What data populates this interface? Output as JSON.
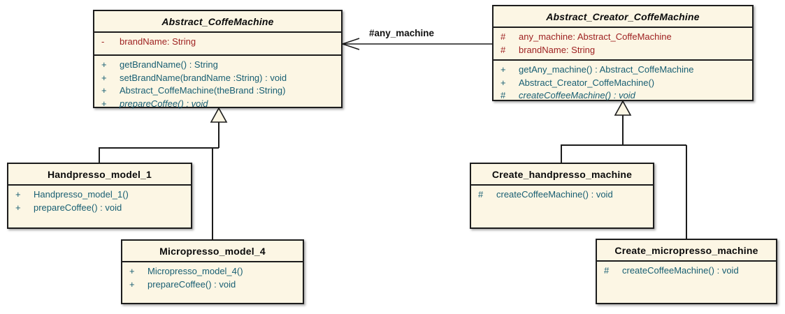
{
  "diagram": {
    "type": "uml-class-diagram",
    "colors": {
      "box_fill": "#fcf6e4",
      "box_border": "#1c1c1c",
      "title_color": "#0a0a0a",
      "attribute_color": "#9e2121",
      "method_color": "#175e72",
      "label_color": "#111111"
    },
    "association": {
      "label": "#any_machine"
    },
    "classes": [
      {
        "name": "Abstract_CoffeMachine",
        "abstract": true,
        "attributes": [
          {
            "visibility": "-",
            "text": "brandName: String",
            "italic": false
          }
        ],
        "methods": [
          {
            "visibility": "+",
            "text": "getBrandName() : String",
            "italic": false
          },
          {
            "visibility": "+",
            "text": "setBrandName(brandName :String) : void",
            "italic": false
          },
          {
            "visibility": "+",
            "text": "Abstract_CoffeMachine(theBrand :String)",
            "italic": false
          },
          {
            "visibility": "+",
            "text": "prepareCoffee() : void",
            "italic": true
          }
        ]
      },
      {
        "name": "Abstract_Creator_CoffeMachine",
        "abstract": true,
        "attributes": [
          {
            "visibility": "#",
            "text": "any_machine: Abstract_CoffeMachine",
            "italic": false
          },
          {
            "visibility": "#",
            "text": "brandName: String",
            "italic": false
          }
        ],
        "methods": [
          {
            "visibility": "+",
            "text": "getAny_machine() : Abstract_CoffeMachine",
            "italic": false
          },
          {
            "visibility": "+",
            "text": "Abstract_Creator_CoffeMachine()",
            "italic": false
          },
          {
            "visibility": "#",
            "text": "createCoffeeMachine() : void",
            "italic": true
          }
        ]
      },
      {
        "name": "Handpresso_model_1",
        "abstract": false,
        "attributes": [],
        "methods": [
          {
            "visibility": "+",
            "text": "Handpresso_model_1()",
            "italic": false
          },
          {
            "visibility": "+",
            "text": "prepareCoffee() : void",
            "italic": false
          }
        ]
      },
      {
        "name": "Micropresso_model_4",
        "abstract": false,
        "attributes": [],
        "methods": [
          {
            "visibility": "+",
            "text": "Micropresso_model_4()",
            "italic": false
          },
          {
            "visibility": "+",
            "text": "prepareCoffee() : void",
            "italic": false
          }
        ]
      },
      {
        "name": "Create_handpresso_machine",
        "abstract": false,
        "attributes": [],
        "methods": [
          {
            "visibility": "#",
            "text": "createCoffeeMachine() : void",
            "italic": false
          }
        ]
      },
      {
        "name": "Create_micropresso_machine",
        "abstract": false,
        "attributes": [],
        "methods": [
          {
            "visibility": "#",
            "text": "createCoffeeMachine() : void",
            "italic": false
          }
        ]
      }
    ],
    "relationships": [
      {
        "type": "association",
        "from": "Abstract_Creator_CoffeMachine",
        "to": "Abstract_CoffeMachine",
        "label": "#any_machine"
      },
      {
        "type": "generalization",
        "from": "Handpresso_model_1",
        "to": "Abstract_CoffeMachine"
      },
      {
        "type": "generalization",
        "from": "Micropresso_model_4",
        "to": "Abstract_CoffeMachine"
      },
      {
        "type": "generalization",
        "from": "Create_handpresso_machine",
        "to": "Abstract_Creator_CoffeMachine"
      },
      {
        "type": "generalization",
        "from": "Create_micropresso_machine",
        "to": "Abstract_Creator_CoffeMachine"
      }
    ]
  }
}
